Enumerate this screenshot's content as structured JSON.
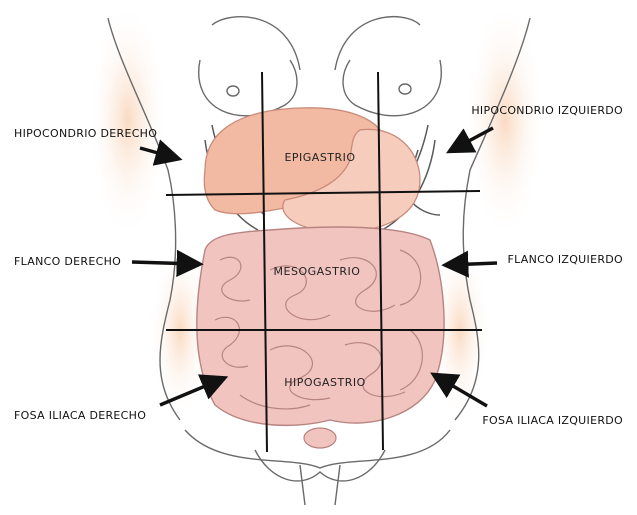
{
  "diagram": {
    "regions": {
      "epigastrio": "EPIGASTRIO",
      "mesogastrio": "MESOGASTRIO",
      "hipogastrio": "HIPOGASTRIO"
    },
    "labels": {
      "hipocondrio_derecho": "HIPOCONDRIO DERECHO",
      "hipocondrio_izquierdo": "HIPOCONDRIO IZQUIERDO",
      "flanco_derecho": "FLANCO DERECHO",
      "flanco_izquierdo": "FLANCO IZQUIERDO",
      "fosa_iliaca_derecho": "FOSA ILIACA DERECHO",
      "fosa_iliaca_izquierdo": "FOSA ILIACA IZQUIERDO"
    },
    "colors": {
      "skin_glow": "#fbe3cf",
      "liver": "#f2b9a3",
      "stomach": "#f6cdbd",
      "intestine": "#f1c4c0",
      "intestine_dark": "#e8aaa6",
      "outline": "#5a5a5a",
      "grid": "#111111"
    }
  }
}
